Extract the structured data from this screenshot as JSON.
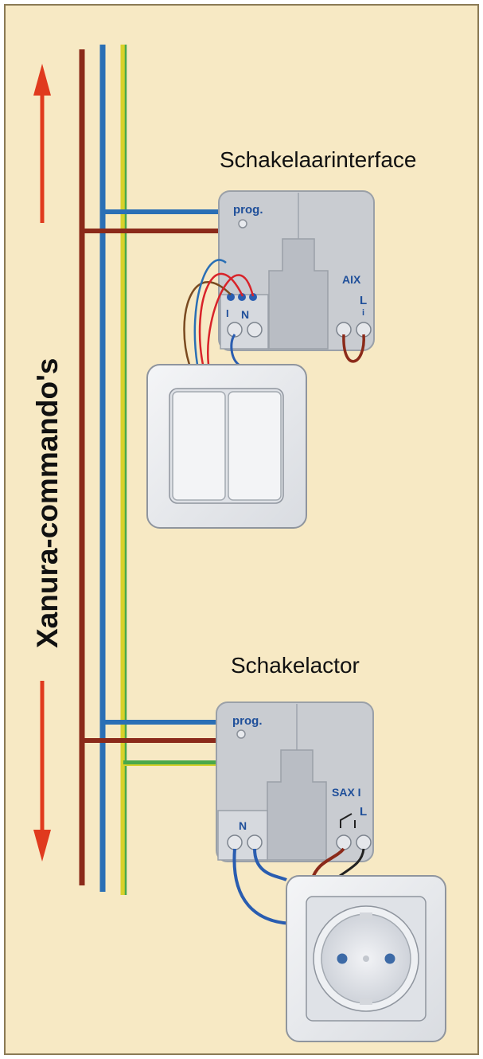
{
  "labels": {
    "side_title": "Xanura-commando's",
    "top_title": "Schakelaarinterface",
    "bottom_title": "Schakelactor"
  },
  "interface_module": {
    "prog": "prog.",
    "n": "N",
    "i": "I",
    "aux": "AIX",
    "l": "L",
    "dot": "i"
  },
  "actor_module": {
    "prog": "prog.",
    "n": "N",
    "sax": "SAX I",
    "l": "L"
  },
  "colors": {
    "background": "#f7e9c4",
    "border": "#8a7a55",
    "wire_brown": "#8b2a1a",
    "wire_blue": "#2a6fb5",
    "wire_yellow": "#d8d12a",
    "wire_green": "#4aa84a",
    "wire_red": "#d8232a",
    "arrow_red": "#e03a1e",
    "module_grey": "#c9ccd1",
    "module_dark": "#b3b7be",
    "switch_white": "#eef0f3",
    "text": "#111111",
    "module_text": "#1f4f9a"
  }
}
